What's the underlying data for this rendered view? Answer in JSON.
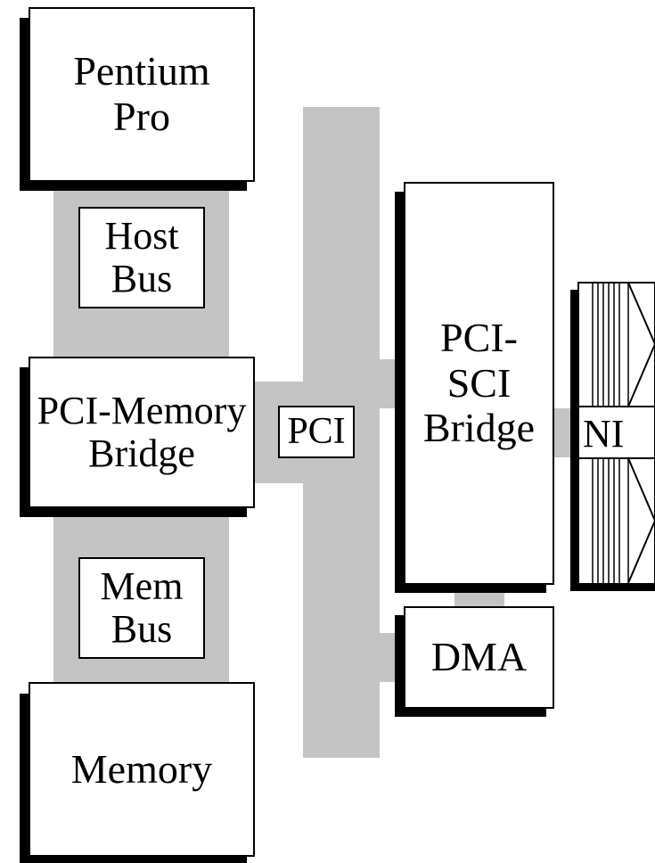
{
  "components": {
    "pentium_pro": {
      "line1": "Pentium",
      "line2": "Pro"
    },
    "pci_memory_bridge": {
      "line1": "PCI-Memory",
      "line2": "Bridge"
    },
    "memory": {
      "line1": "Memory"
    },
    "pci_sci_bridge": {
      "line1": "PCI-",
      "line2": "SCI",
      "line3": "Bridge"
    },
    "dma": {
      "line1": "DMA"
    },
    "ni": {
      "line1": "NI"
    }
  },
  "buses": {
    "host_bus": {
      "line1": "Host",
      "line2": "Bus"
    },
    "mem_bus": {
      "line1": "Mem",
      "line2": "Bus"
    },
    "pci": {
      "line1": "PCI"
    }
  },
  "colors": {
    "bus_fill": "#c4c4c4",
    "box_border": "#000000",
    "shadow": "#000000",
    "background": "#ffffff"
  }
}
